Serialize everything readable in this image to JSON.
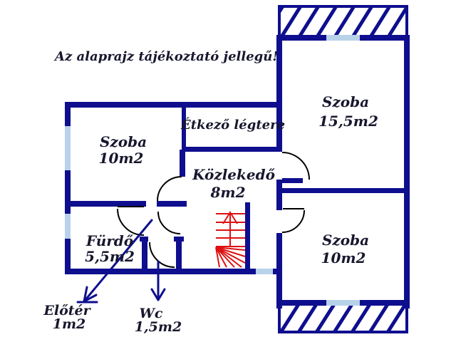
{
  "title": "Az alaprajz tájékoztató jellegű!",
  "rooms": {
    "szoba_top_right": {
      "name": "Szoba",
      "area": "15,5m2"
    },
    "szoba_bottom_right": {
      "name": "Szoba",
      "area": "10m2"
    },
    "szoba_left": {
      "name": "Szoba",
      "area": "10m2"
    },
    "etkezo": {
      "name": "Étkező légtere"
    },
    "kozlekedo": {
      "name": "Közlekedő",
      "area": "8m2"
    },
    "furdo": {
      "name": "Fürdő",
      "area": "5,5m2"
    },
    "eloter": {
      "name": "Előtér",
      "area": "1m2"
    },
    "wc": {
      "name": "Wc",
      "area": "1,5m2"
    }
  },
  "colors": {
    "wall": "#0e0e8e",
    "window": "#b8d2ea",
    "stairs": "#dd1111",
    "door": "#000000",
    "text": "#17172e",
    "background": "#ffffff"
  }
}
